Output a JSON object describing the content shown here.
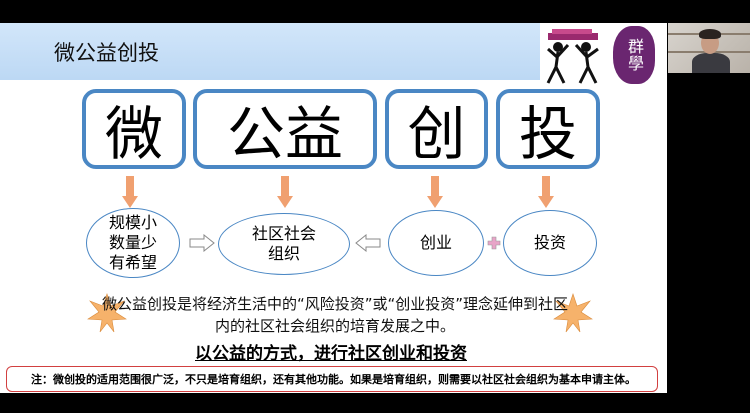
{
  "slide": {
    "title": "微公益创投",
    "logo_seal_text": "群學",
    "title_chars": [
      "微",
      "公益",
      "创",
      "投"
    ],
    "ellipses": {
      "scale": "规模小\n数量少\n有希望",
      "org": "社区社会\n组织",
      "venture": "创业",
      "invest": "投资"
    },
    "body_text": "微公益创投是将经济生活中的“风险投资”或“创业投资”理念延伸到社区内的社区社会组织的培育发展之中。",
    "emphasis": "以公益的方式，进行社区创业和投资",
    "note": "注：微创投的适用范围很广泛，不只是培育组织，还有其他功能。如果是培育组织，则需要以社区社会组织为基本申请主体。",
    "colors": {
      "accent": "#4a87c4",
      "arrow": "#f0a070",
      "star": "#f6b26b",
      "note_border": "#d24040",
      "header": "#c6def7"
    }
  }
}
